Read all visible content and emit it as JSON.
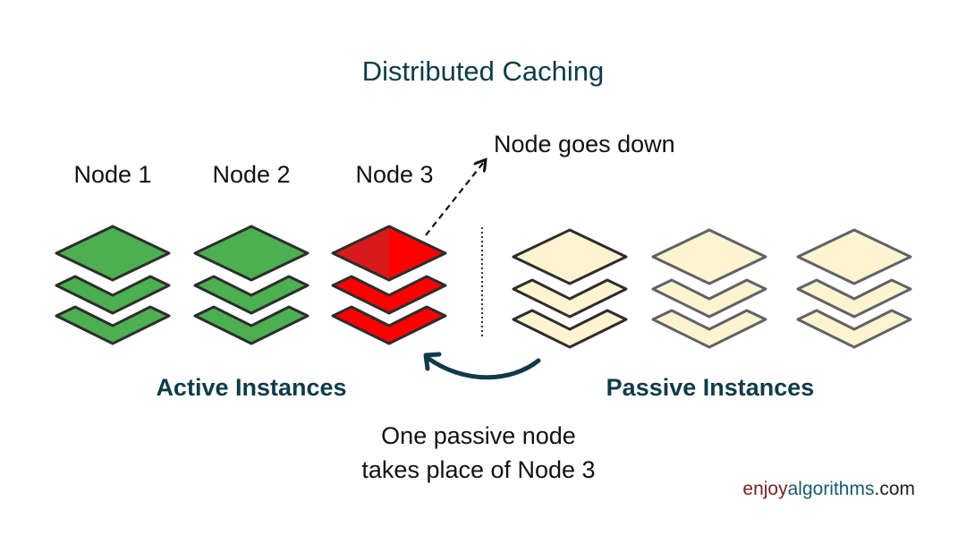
{
  "title": "Distributed Caching",
  "colors": {
    "heading": "#0f3b4a",
    "active_fill": "#4caf50",
    "active_stroke": "#2d2d2d",
    "failed_fill": "#ff0000",
    "failed_fill_shade": "#d71a1a",
    "passive_fill": "#fff4cf",
    "passive_stroke_first": "#2d2d2d",
    "passive_stroke": "#5f6368",
    "arrow": "#0f3b4a",
    "brand_enjoy": "#7a1f1f",
    "brand_algorithms": "#1a5a6e",
    "brand_com": "#222222"
  },
  "active_nodes": [
    {
      "label": "Node 1",
      "status": "active"
    },
    {
      "label": "Node 2",
      "status": "active"
    },
    {
      "label": "Node 3",
      "status": "down"
    }
  ],
  "passive_nodes": [
    {
      "status": "passive"
    },
    {
      "status": "passive"
    },
    {
      "status": "passive"
    }
  ],
  "annotation_down": "Node goes down",
  "group_labels": {
    "active": "Active Instances",
    "passive": "Passive Instances"
  },
  "caption": {
    "line1": "One passive node",
    "line2": "takes place of Node 3"
  },
  "brand": {
    "part1": "enjoy",
    "part2": "algorithms",
    "part3": ".com"
  }
}
